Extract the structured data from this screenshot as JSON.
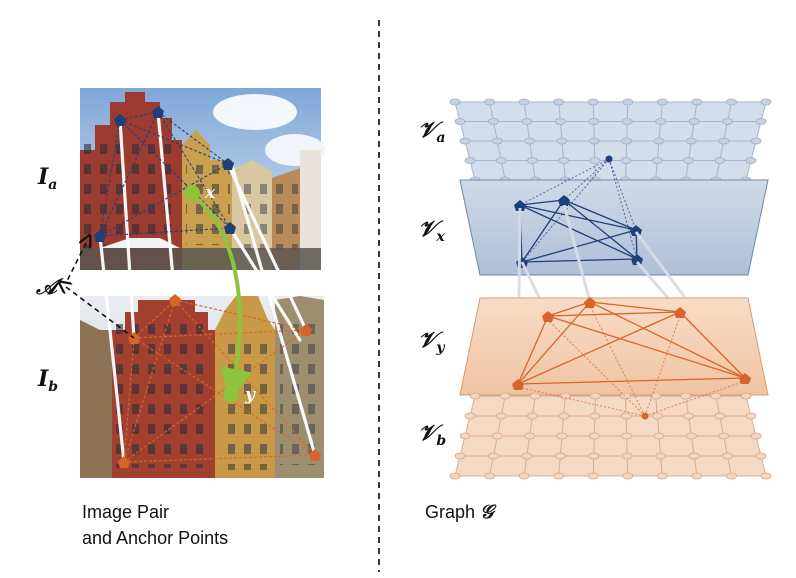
{
  "labels": {
    "image_a": "I",
    "image_a_sub": "a",
    "image_b": "I",
    "image_b_sub": "b",
    "anchor_set": "𝒜",
    "point_x": "x",
    "point_y": "y",
    "nodes_a": "𝒱",
    "nodes_a_sub": "a",
    "nodes_x": "𝒱",
    "nodes_x_sub": "x",
    "nodes_y": "𝒱",
    "nodes_y_sub": "y",
    "nodes_b": "𝒱",
    "nodes_b_sub": "b"
  },
  "captions": {
    "left_line1": "Image Pair",
    "left_line2": "and Anchor Points",
    "right_prefix": "Graph ",
    "right_symbol": "𝒢"
  },
  "colors": {
    "blue_nodes": "#1f3f7a",
    "orange_nodes": "#d9642a",
    "match_green": "#8cc43c",
    "plane_blue": "#c9d6e8",
    "plane_orange": "#f6d7bf",
    "divider": "#222222"
  }
}
